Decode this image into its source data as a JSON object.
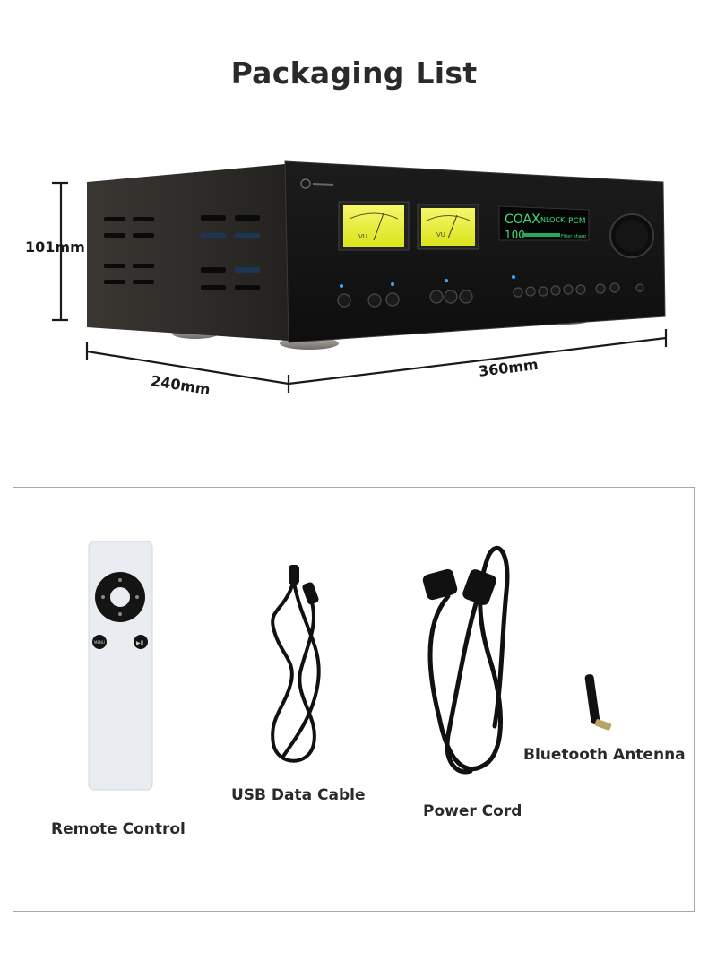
{
  "title": "Packaging List",
  "dimensions": {
    "height": "101mm",
    "depth": "240mm",
    "width": "360mm"
  },
  "device_display": {
    "line1_left": "COAX",
    "line1_mid": "NLOCK",
    "line1_right": "PCM",
    "line2_left": "100",
    "line2_right": "Filter sharp"
  },
  "meters": [
    "VU",
    "VU"
  ],
  "items": [
    {
      "label": "Remote Control",
      "icon": "remote-control"
    },
    {
      "label": "USB Data Cable",
      "icon": "usb-cable"
    },
    {
      "label": "Power Cord",
      "icon": "power-cord"
    },
    {
      "label": "Bluetooth Antenna",
      "icon": "bluetooth-antenna"
    }
  ],
  "remote_buttons": [
    "MENU",
    "▶II"
  ]
}
